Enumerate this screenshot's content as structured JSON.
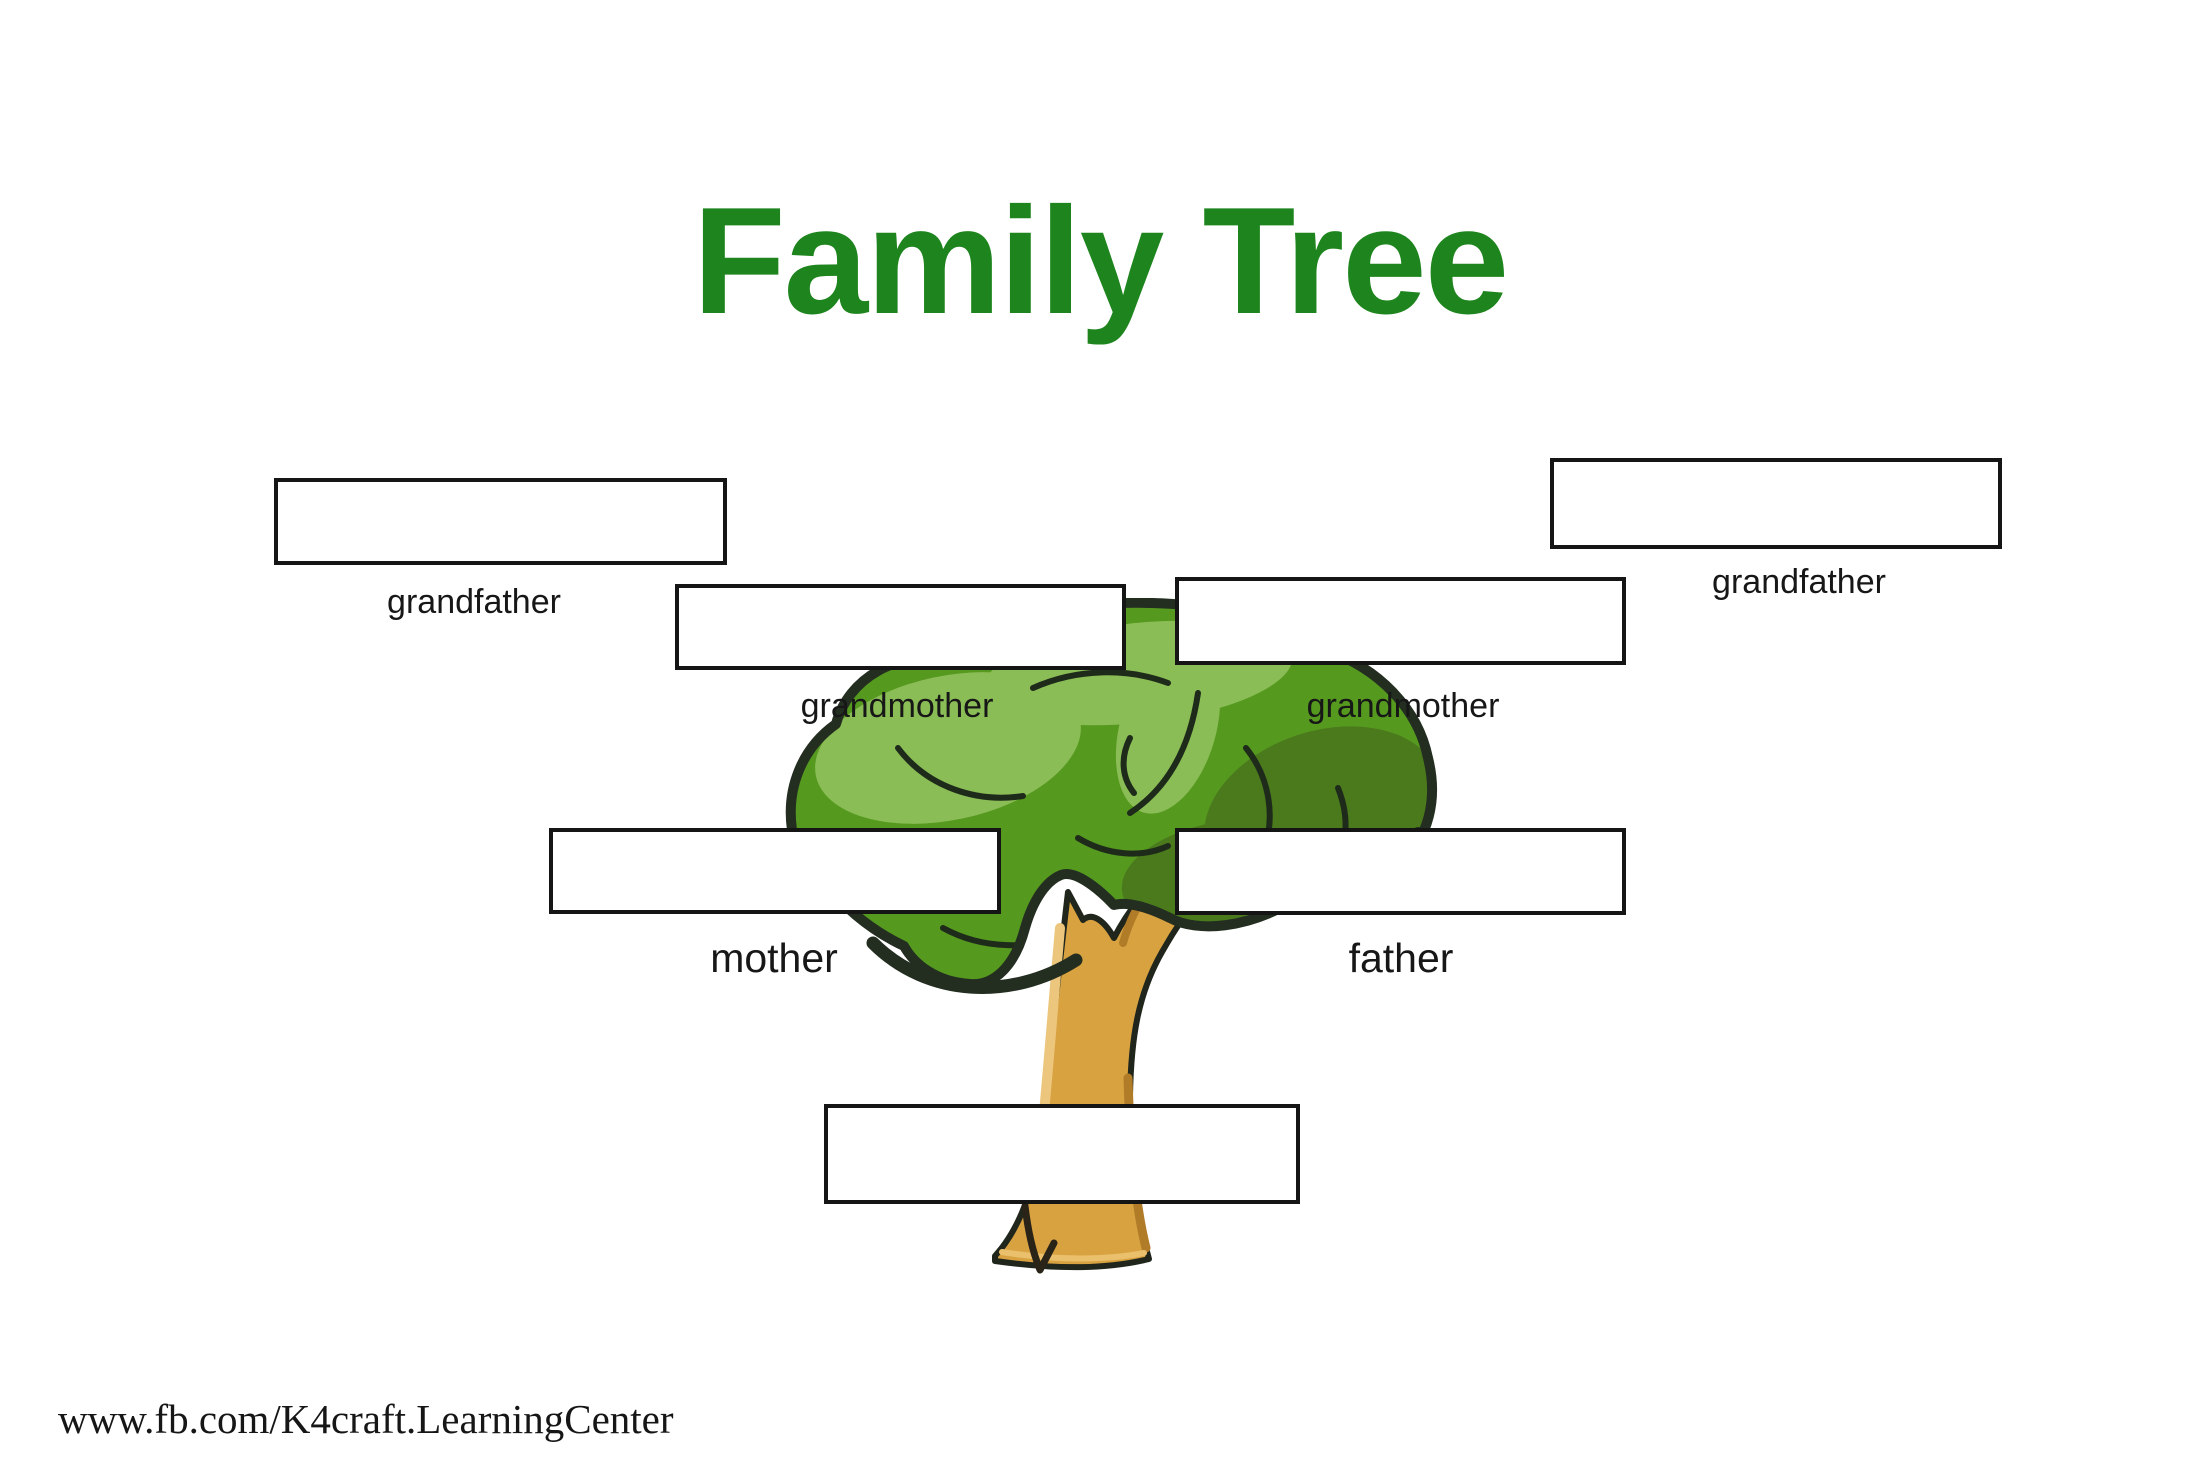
{
  "page": {
    "title": "Family Tree",
    "title_color": "#1e851e",
    "background": "#ffffff",
    "label_color": "#171717",
    "box_border_color": "#151515",
    "footer": "www.fb.com/K4craft.LearningCenter"
  },
  "tree": {
    "description": "cartoon-tree",
    "colors": {
      "outline": "#232e20",
      "foliage": "#55991f",
      "foliage_light": "#8abd55",
      "foliage_shadow": "#4b7a1d",
      "trunk": "#d9a241",
      "trunk_light": "#ecc67c",
      "trunk_dark": "#b07c28"
    }
  },
  "boxes": [
    {
      "id": "grandfather-left",
      "label": "grandfather",
      "value": ""
    },
    {
      "id": "grandmother-left",
      "label": "grandmother",
      "value": ""
    },
    {
      "id": "grandmother-right",
      "label": "grandmother",
      "value": ""
    },
    {
      "id": "grandfather-right",
      "label": "grandfather",
      "value": ""
    },
    {
      "id": "mother",
      "label": "mother",
      "value": ""
    },
    {
      "id": "father",
      "label": "father",
      "value": ""
    },
    {
      "id": "child",
      "label": "",
      "value": ""
    }
  ]
}
